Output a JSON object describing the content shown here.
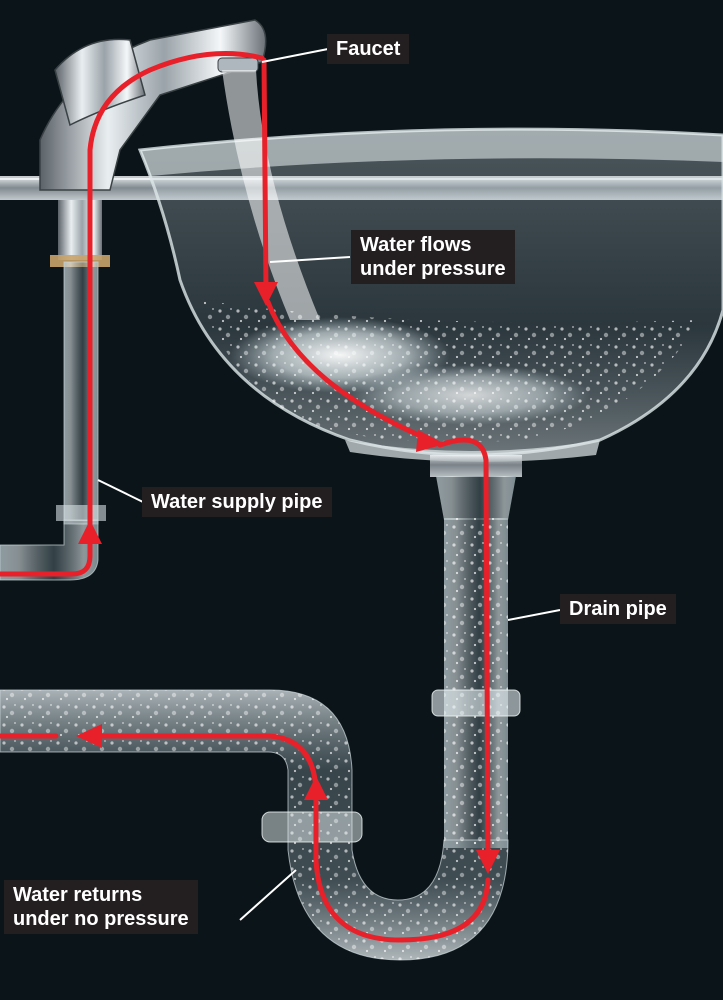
{
  "labels": {
    "faucet": "Faucet",
    "flows": "Water flows\nunder pressure",
    "supply": "Water supply pipe",
    "drain": "Drain pipe",
    "returns": "Water returns\nunder no pressure"
  },
  "colors": {
    "background": "#0a1419",
    "flow_arrow": "#e8202a",
    "label_bg": "#231f20",
    "label_text": "#ffffff",
    "leader_line": "#ffffff"
  }
}
